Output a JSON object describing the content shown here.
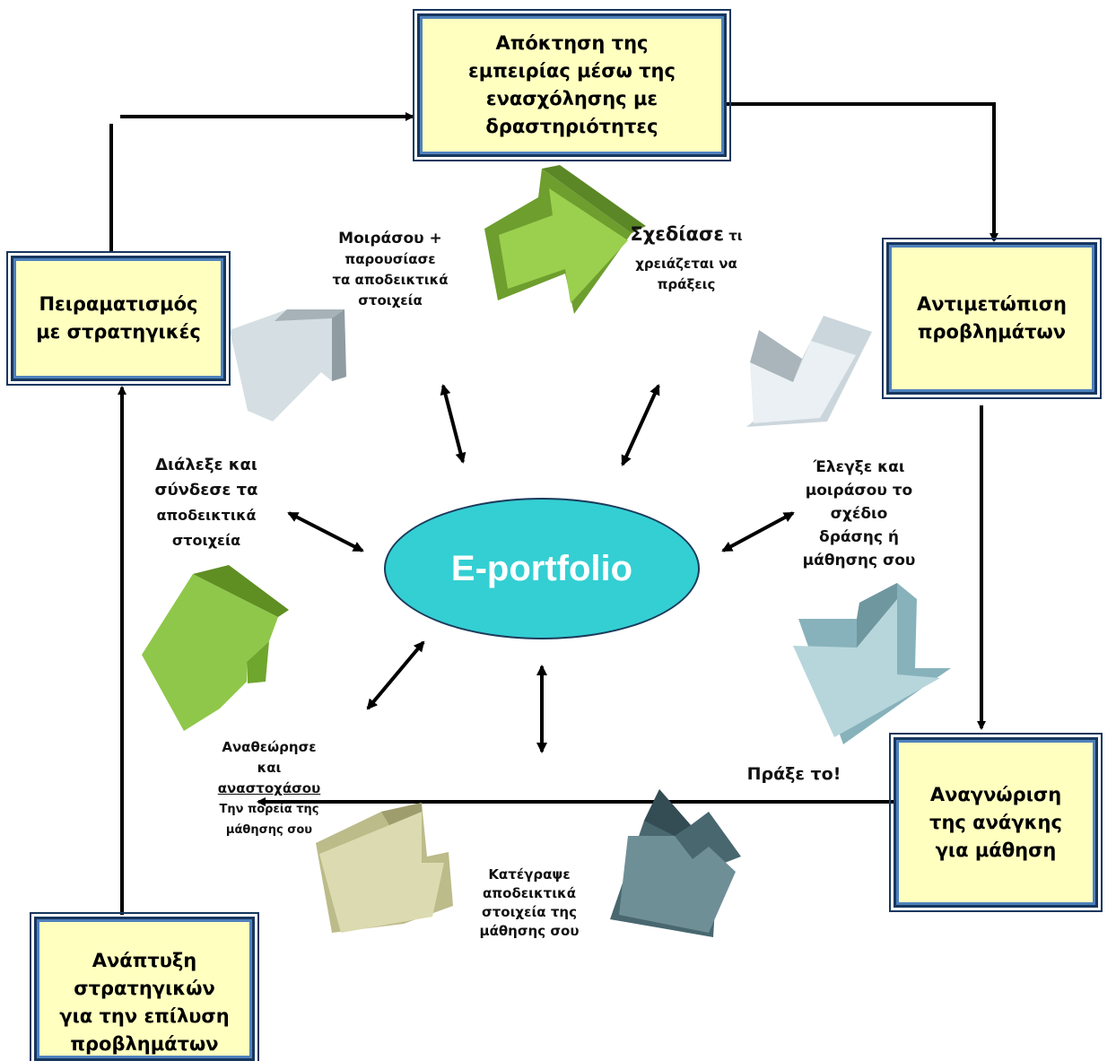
{
  "center": {
    "label": "E-portfolio"
  },
  "boxes": {
    "top": [
      "Απόκτηση της",
      "εμπειρίας μέσω της",
      "ενασχόλησης με",
      "δραστηριότητες"
    ],
    "right": [
      "Αντιμετώπιση",
      "προβλημάτων"
    ],
    "bottom_right": [
      "Αναγνώριση",
      "της ανάγκης",
      "για μάθηση"
    ],
    "bottom_left": [
      "Ανάπτυξη",
      "στρατηγικών",
      "για την επίλυση",
      "προβλημάτων"
    ],
    "left": [
      "Πειραματισμός",
      "με στρατηγικές"
    ]
  },
  "steps": {
    "design": {
      "bold": "Σχεδίασε",
      "rest": " τι",
      "lines": [
        "χρειάζεται να",
        "πράξεις"
      ]
    },
    "check": [
      "Έλεγξε και",
      "μοιράσου το",
      "σχέδιο",
      "δράσης ή",
      "μάθησης σου"
    ],
    "do": "Πράξε το!",
    "record": [
      "Κατέγραψε",
      "αποδεικτικά",
      "στοιχεία της",
      "μάθησης σου"
    ],
    "review": {
      "lines_a": [
        "Αναθεώρησε",
        "και"
      ],
      "underlined": "αναστοχάσου",
      "lines_b": [
        "Την πορεία της",
        "μάθησης σου"
      ]
    },
    "choose": [
      "Διάλεξε και",
      "σύνδεσε τα",
      "αποδεικτικά",
      "στοιχεία"
    ],
    "share": [
      "Μοιράσου +",
      "παρουσίασε",
      "τα αποδεικτικά",
      "στοιχεία"
    ]
  },
  "colors": {
    "box_fill": "#ffffc0",
    "box_border": "#17375e",
    "ellipse_fill": "#33cfd3",
    "arrow_green": "#8dc63f",
    "arrow_light": "#e6eef2",
    "arrow_teal": "#a7c9d0",
    "arrow_dark": "#5d7e86",
    "arrow_khaki": "#d7d6a9"
  }
}
